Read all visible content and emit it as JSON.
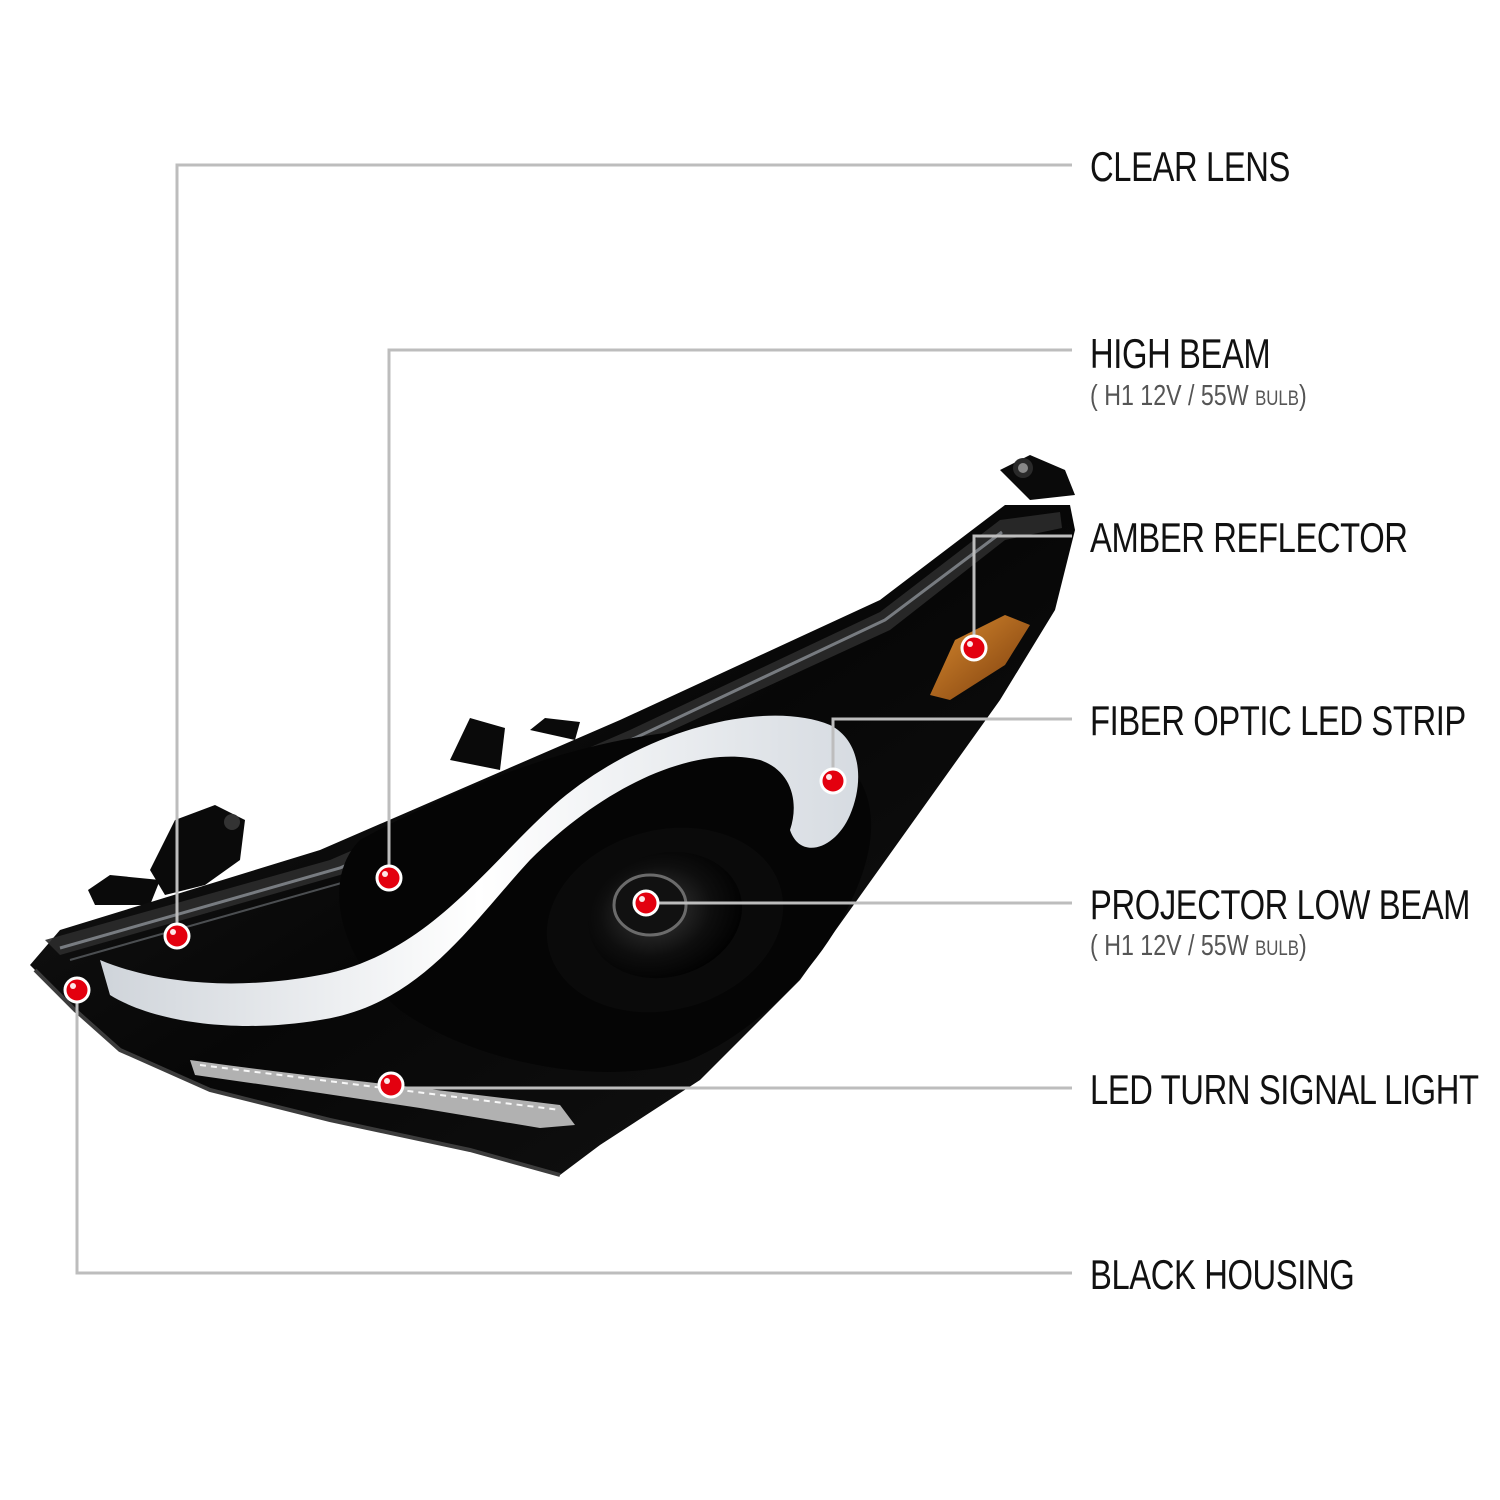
{
  "colors": {
    "leader_line": "#bdbdbd",
    "marker": "#e3000f",
    "housing": "#0b0b0b",
    "amber": "#b0621a",
    "led_strip": "#f2f4f7"
  },
  "callouts": [
    {
      "id": "clear-lens",
      "label": "CLEAR LENS"
    },
    {
      "id": "high-beam",
      "label": "HIGH BEAM",
      "spec_open": "(",
      "spec_main": "H1  12V / 55W",
      "spec_small": "BULB",
      "spec_close": ")"
    },
    {
      "id": "amber-reflector",
      "label": "AMBER REFLECTOR"
    },
    {
      "id": "fiber-optic-led-strip",
      "label": "FIBER OPTIC LED STRIP"
    },
    {
      "id": "projector-low-beam",
      "label": "PROJECTOR LOW BEAM",
      "spec_open": "(",
      "spec_main": "H1  12V / 55W",
      "spec_small": "BULB",
      "spec_close": ")"
    },
    {
      "id": "led-turn-signal-light",
      "label": "LED TURN SIGNAL LIGHT"
    },
    {
      "id": "black-housing",
      "label": "BLACK HOUSING"
    }
  ]
}
